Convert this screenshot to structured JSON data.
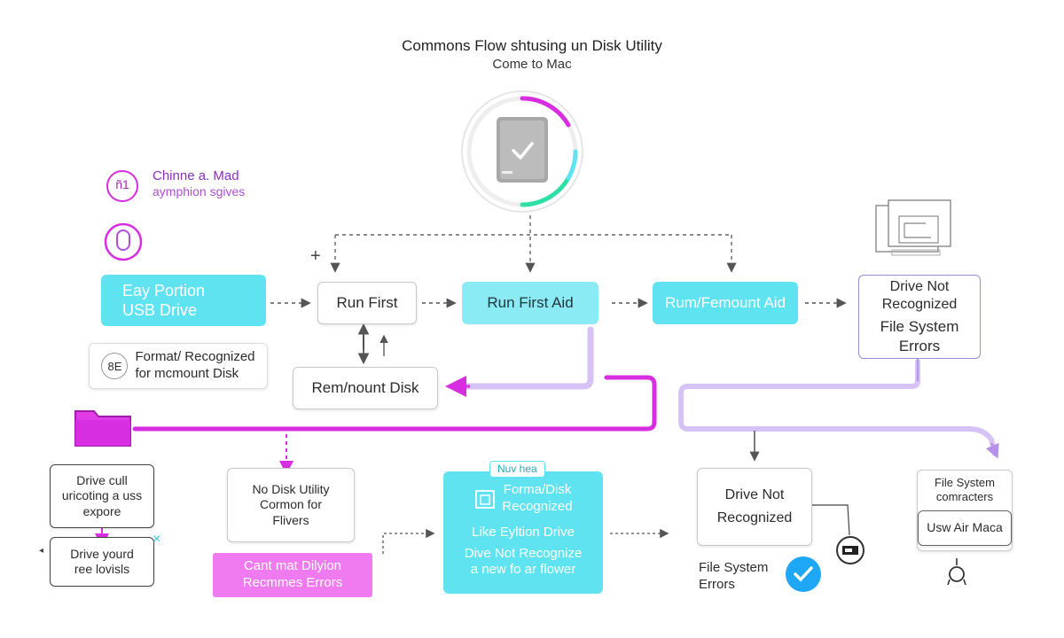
{
  "header": {
    "title": "Commons Flow shtusing un Disk Utility",
    "subtitle": "Come to Mac"
  },
  "side_note": {
    "line1": "Chinne a. Mad",
    "line2": "aymphion sgives",
    "badge_text": "ñ1"
  },
  "nodes": {
    "easy_portion": "Eay Portion\nUSB Drive",
    "format_recognized": "Format/ Recognized\nfor mcmount Disk",
    "format_icon_text": "8E",
    "run_first": "Run First",
    "run_first_aid": "Run First Aid",
    "run_remount_aid": "Rum/Femount Aid",
    "drive_not_recognized_top": "Drive Not\nRecognized",
    "file_system_errors_top": "File System\nErrors",
    "remount_disk": "Rem/nount Disk",
    "drive_call": "Drive cull\nuricoting a uss\nexpore",
    "drive_yourd": "Drive yourd\nree lovisls",
    "no_disk_utility": "No Disk Utility\nCormon for\nFlivers",
    "cant_mat": "Cant mat Dilyion\nRecmmes Errors",
    "new_tag": "Nuv hea",
    "forma_disk": "Forma/Disk\nRecognized",
    "like_eyltion": "Like Eyltion Drive",
    "drive_not_recognize_cyan": "Dive Not Recognize\na new fo ar flower",
    "drive_not_recognized_mid": "Drive Not\nRecognized",
    "file_system_errors_bottom": "File System\nErrors",
    "file_system_characters": "File System\ncomracters",
    "usw_air_maca": "Usw Air Maca"
  },
  "symbols": {
    "plus": "+",
    "cross": "×",
    "left_arrow_tip": "◂"
  },
  "colors": {
    "magenta": "#d62ee0",
    "cyan": "#5fe3f1",
    "lavender": "#c7a8ef",
    "purple_outline": "#9c8cd6",
    "check_blue": "#1ea7f5",
    "ring_green": "#2fe0a6"
  },
  "icons": {
    "center_disk": "hard-drive-check-icon",
    "side_badge": "app-badge-icon",
    "side_device": "usb-device-icon",
    "windows": "stacked-windows-icon",
    "folder": "folder-icon",
    "check": "check-circle-icon",
    "drive_small": "drive-chip-icon",
    "person": "person-icon"
  }
}
